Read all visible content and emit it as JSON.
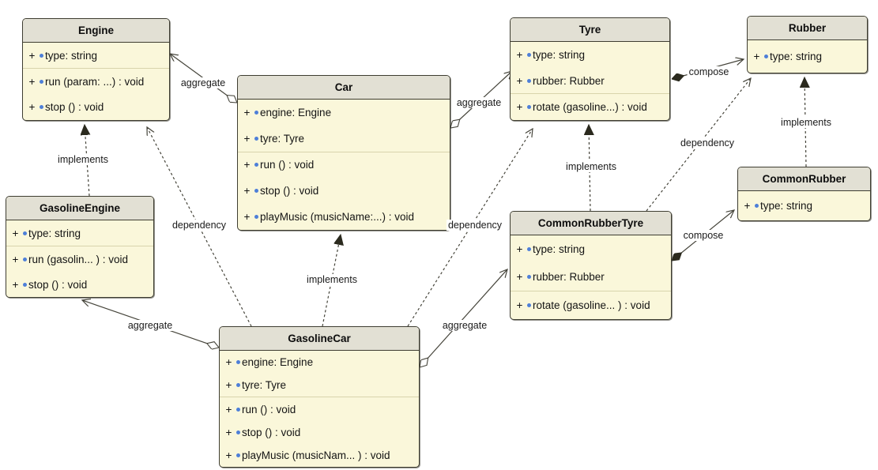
{
  "diagram": {
    "kind": "uml-class-diagram",
    "colors": {
      "class_fill": "#faf7da",
      "header_fill": "#e2e0d4",
      "border": "#3e3d31",
      "edge_line": "#45443a",
      "member_dot": "#4e7fd8",
      "label_text": "#1a1a1a"
    }
  },
  "classes": [
    {
      "name": "Engine",
      "attributes": [
        {
          "vis": "+",
          "text": "type: string"
        }
      ],
      "methods": [
        {
          "vis": "+",
          "text": "run (param: ...) : void"
        },
        {
          "vis": "+",
          "text": "stop () : void"
        }
      ]
    },
    {
      "name": "Car",
      "attributes": [
        {
          "vis": "+",
          "text": "engine: Engine"
        },
        {
          "vis": "+",
          "text": "tyre: Tyre"
        }
      ],
      "methods": [
        {
          "vis": "+",
          "text": "run () : void"
        },
        {
          "vis": "+",
          "text": "stop () : void"
        },
        {
          "vis": "+",
          "text": "playMusic (musicName:...) : void"
        }
      ]
    },
    {
      "name": "Tyre",
      "attributes": [
        {
          "vis": "+",
          "text": "type: string"
        },
        {
          "vis": "+",
          "text": "rubber: Rubber"
        }
      ],
      "methods": [
        {
          "vis": "+",
          "text": "rotate (gasoline...) : void"
        }
      ]
    },
    {
      "name": "Rubber",
      "attributes": [
        {
          "vis": "+",
          "text": "type: string"
        }
      ],
      "methods": []
    },
    {
      "name": "GasolineEngine",
      "attributes": [
        {
          "vis": "+",
          "text": "type: string"
        }
      ],
      "methods": [
        {
          "vis": "+",
          "text": "run (gasolin... ) : void"
        },
        {
          "vis": "+",
          "text": "stop () : void"
        }
      ]
    },
    {
      "name": "CommonRubberTyre",
      "attributes": [
        {
          "vis": "+",
          "text": "type: string"
        },
        {
          "vis": "+",
          "text": "rubber: Rubber"
        }
      ],
      "methods": [
        {
          "vis": "+",
          "text": "rotate (gasoline... ) : void"
        }
      ]
    },
    {
      "name": "CommonRubber",
      "attributes": [
        {
          "vis": "+",
          "text": "type: string"
        }
      ],
      "methods": []
    },
    {
      "name": "GasolineCar",
      "attributes": [
        {
          "vis": "+",
          "text": "engine: Engine"
        },
        {
          "vis": "+",
          "text": "tyre: Tyre"
        }
      ],
      "methods": [
        {
          "vis": "+",
          "text": "run () : void"
        },
        {
          "vis": "+",
          "text": "stop () : void"
        },
        {
          "vis": "+",
          "text": "playMusic (musicNam... ) : void"
        }
      ]
    }
  ],
  "edges": [
    {
      "label": "aggregate",
      "type": "aggregation",
      "from": "Car",
      "to": "Engine"
    },
    {
      "label": "aggregate",
      "type": "aggregation",
      "from": "Car",
      "to": "Tyre"
    },
    {
      "label": "compose",
      "type": "composition",
      "from": "Tyre",
      "to": "Rubber"
    },
    {
      "label": "aggregate",
      "type": "aggregation",
      "from": "GasolineCar",
      "to": "GasolineEngine"
    },
    {
      "label": "aggregate",
      "type": "aggregation",
      "from": "GasolineCar",
      "to": "CommonRubberTyre"
    },
    {
      "label": "compose",
      "type": "composition",
      "from": "CommonRubberTyre",
      "to": "CommonRubber"
    },
    {
      "label": "implements",
      "type": "realization",
      "from": "GasolineEngine",
      "to": "Engine"
    },
    {
      "label": "implements",
      "type": "realization",
      "from": "GasolineCar",
      "to": "Car"
    },
    {
      "label": "implements",
      "type": "realization",
      "from": "CommonRubberTyre",
      "to": "Tyre"
    },
    {
      "label": "implements",
      "type": "realization",
      "from": "CommonRubber",
      "to": "Rubber"
    },
    {
      "label": "dependency",
      "type": "dependency",
      "from": "GasolineCar",
      "to": "Engine"
    },
    {
      "label": "dependency",
      "type": "dependency",
      "from": "GasolineCar",
      "to": "Tyre"
    },
    {
      "label": "dependency",
      "type": "dependency",
      "from": "CommonRubberTyre",
      "to": "Rubber"
    }
  ]
}
